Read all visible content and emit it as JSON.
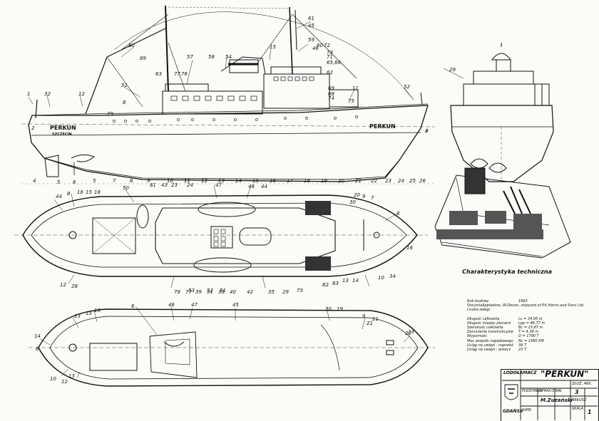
{
  "hull_names": {
    "port_bow_name": "PERKUN",
    "port_bow_home": "SZCZECIN",
    "stern_name": "PERKUN"
  },
  "characteristics": {
    "title": "Charakterystyka  techniczna",
    "rows": [
      {
        "k": "Rok budowy",
        "v": "1963"
      },
      {
        "k": "Stocznia",
        "v": "Appledore, W.Devon, shipyard of P.K.Harris and Sons Ltd."
      },
      {
        "k": "Liczba załogi",
        "v": ""
      },
      {
        "k": "",
        "v": ""
      },
      {
        "k": "Długość całkowita",
        "v": "Lc = 34,95 m"
      },
      {
        "k": "Długość między pionami",
        "v": "Lpp = 46,77 m"
      },
      {
        "k": "Szerokość całkowita",
        "v": "Bc = 15,87 m"
      },
      {
        "k": "Zanurzenie konstrukcyjne",
        "v": "T = 4,38 m"
      },
      {
        "k": "Wyporność",
        "v": "D = 1790 T"
      },
      {
        "k": "Moc zespołu napędowego",
        "v": "Nc = 1560 KM"
      },
      {
        "k": "Uciąg na uwięzi : naprzód",
        "v": "39 T"
      },
      {
        "k": "Uciąg na uwięzi : wstecz",
        "v": "23 T"
      }
    ]
  },
  "title_block": {
    "org_label": "GDAŃSK",
    "type_label": "LODOŁAMACZ",
    "name": "\"PERKUN\"",
    "col1_header": "PODSTAWA",
    "col2_header": "OPRACOWAŁ",
    "col3_header": "ZŁOŻ. ARK.",
    "col1_row2": "DATA",
    "author": "M.Zuzański",
    "sheet_total": "3",
    "sheet_label": "ARKUSZ",
    "sheet_no": "1",
    "scale_label": "SKALA"
  },
  "callouts": {
    "profile": [
      "1",
      "32",
      "12",
      "8",
      "79",
      "80",
      "89",
      "51",
      "63",
      "77",
      "76",
      "57",
      "58",
      "54",
      "15",
      "61",
      "45",
      "59",
      "46",
      "60",
      "72",
      "73",
      "71",
      "65,66",
      "62",
      "69",
      "68",
      "74",
      "75",
      "11",
      "52",
      "3",
      "2"
    ],
    "front": [
      "29",
      "4"
    ],
    "main_deck": [
      "44",
      "8",
      "16",
      "15",
      "18",
      "50",
      "81",
      "43",
      "23",
      "24",
      "47",
      "48",
      "44",
      "20",
      "9",
      "7",
      "8",
      "16",
      "78",
      "77",
      "39",
      "31",
      "33",
      "40",
      "42",
      "35",
      "29",
      "75",
      "82",
      "83",
      "13",
      "14",
      "10",
      "34",
      "30",
      "12",
      "28",
      "53",
      "52",
      "51"
    ],
    "lower_deck": [
      "14",
      "8",
      "10",
      "13",
      "15",
      "16",
      "6",
      "46",
      "47",
      "45",
      "20",
      "19",
      "9",
      "21",
      "22",
      "13",
      "12",
      "11",
      "23"
    ],
    "below_profile": [
      "4",
      "5",
      "6",
      "5",
      "7",
      "8",
      "9",
      "10",
      "11",
      "12",
      "13",
      "14",
      "15",
      "16",
      "17",
      "18",
      "19",
      "20",
      "21",
      "22",
      "23",
      "24",
      "25",
      "26"
    ]
  }
}
